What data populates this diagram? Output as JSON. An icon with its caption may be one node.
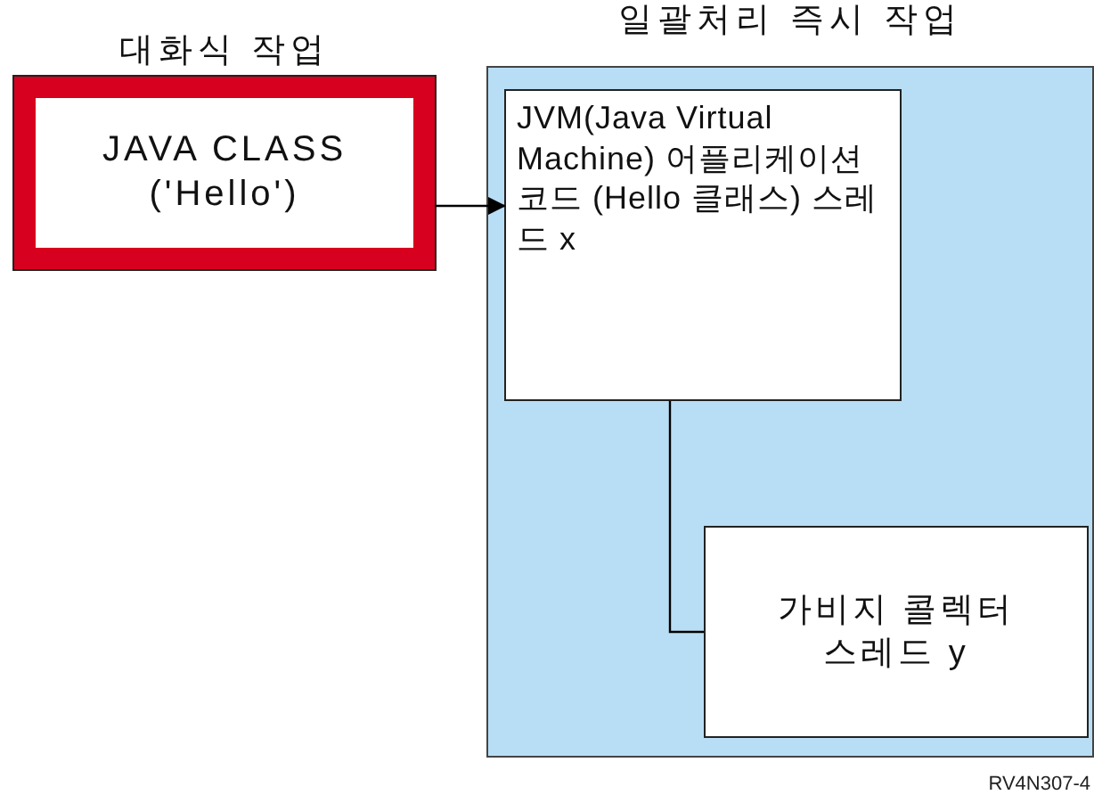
{
  "diagram": {
    "nodes": [
      {
        "text": [
          "대화식 작업",
          "JAVA CLASS ('Hello')"
        ]
      },
      {
        "text": [
          "일괄처리 즉시 작업"
        ]
      },
      {
        "text": [
          "JVM(Java Virtual Machine) 어플리케이션 코드 (Hello 클래스) 스레드 x"
        ],
        "in": 1
      },
      {
        "text": [
          "가비지 콜렉터 스레드 y"
        ],
        "in": 1
      }
    ],
    "edges": [
      {
        "from": 0,
        "to": 2,
        "arrow": "to"
      },
      {
        "from": 2,
        "to": 3,
        "arrow": "none"
      }
    ],
    "labels": [
      "RV4N307-4"
    ]
  }
}
